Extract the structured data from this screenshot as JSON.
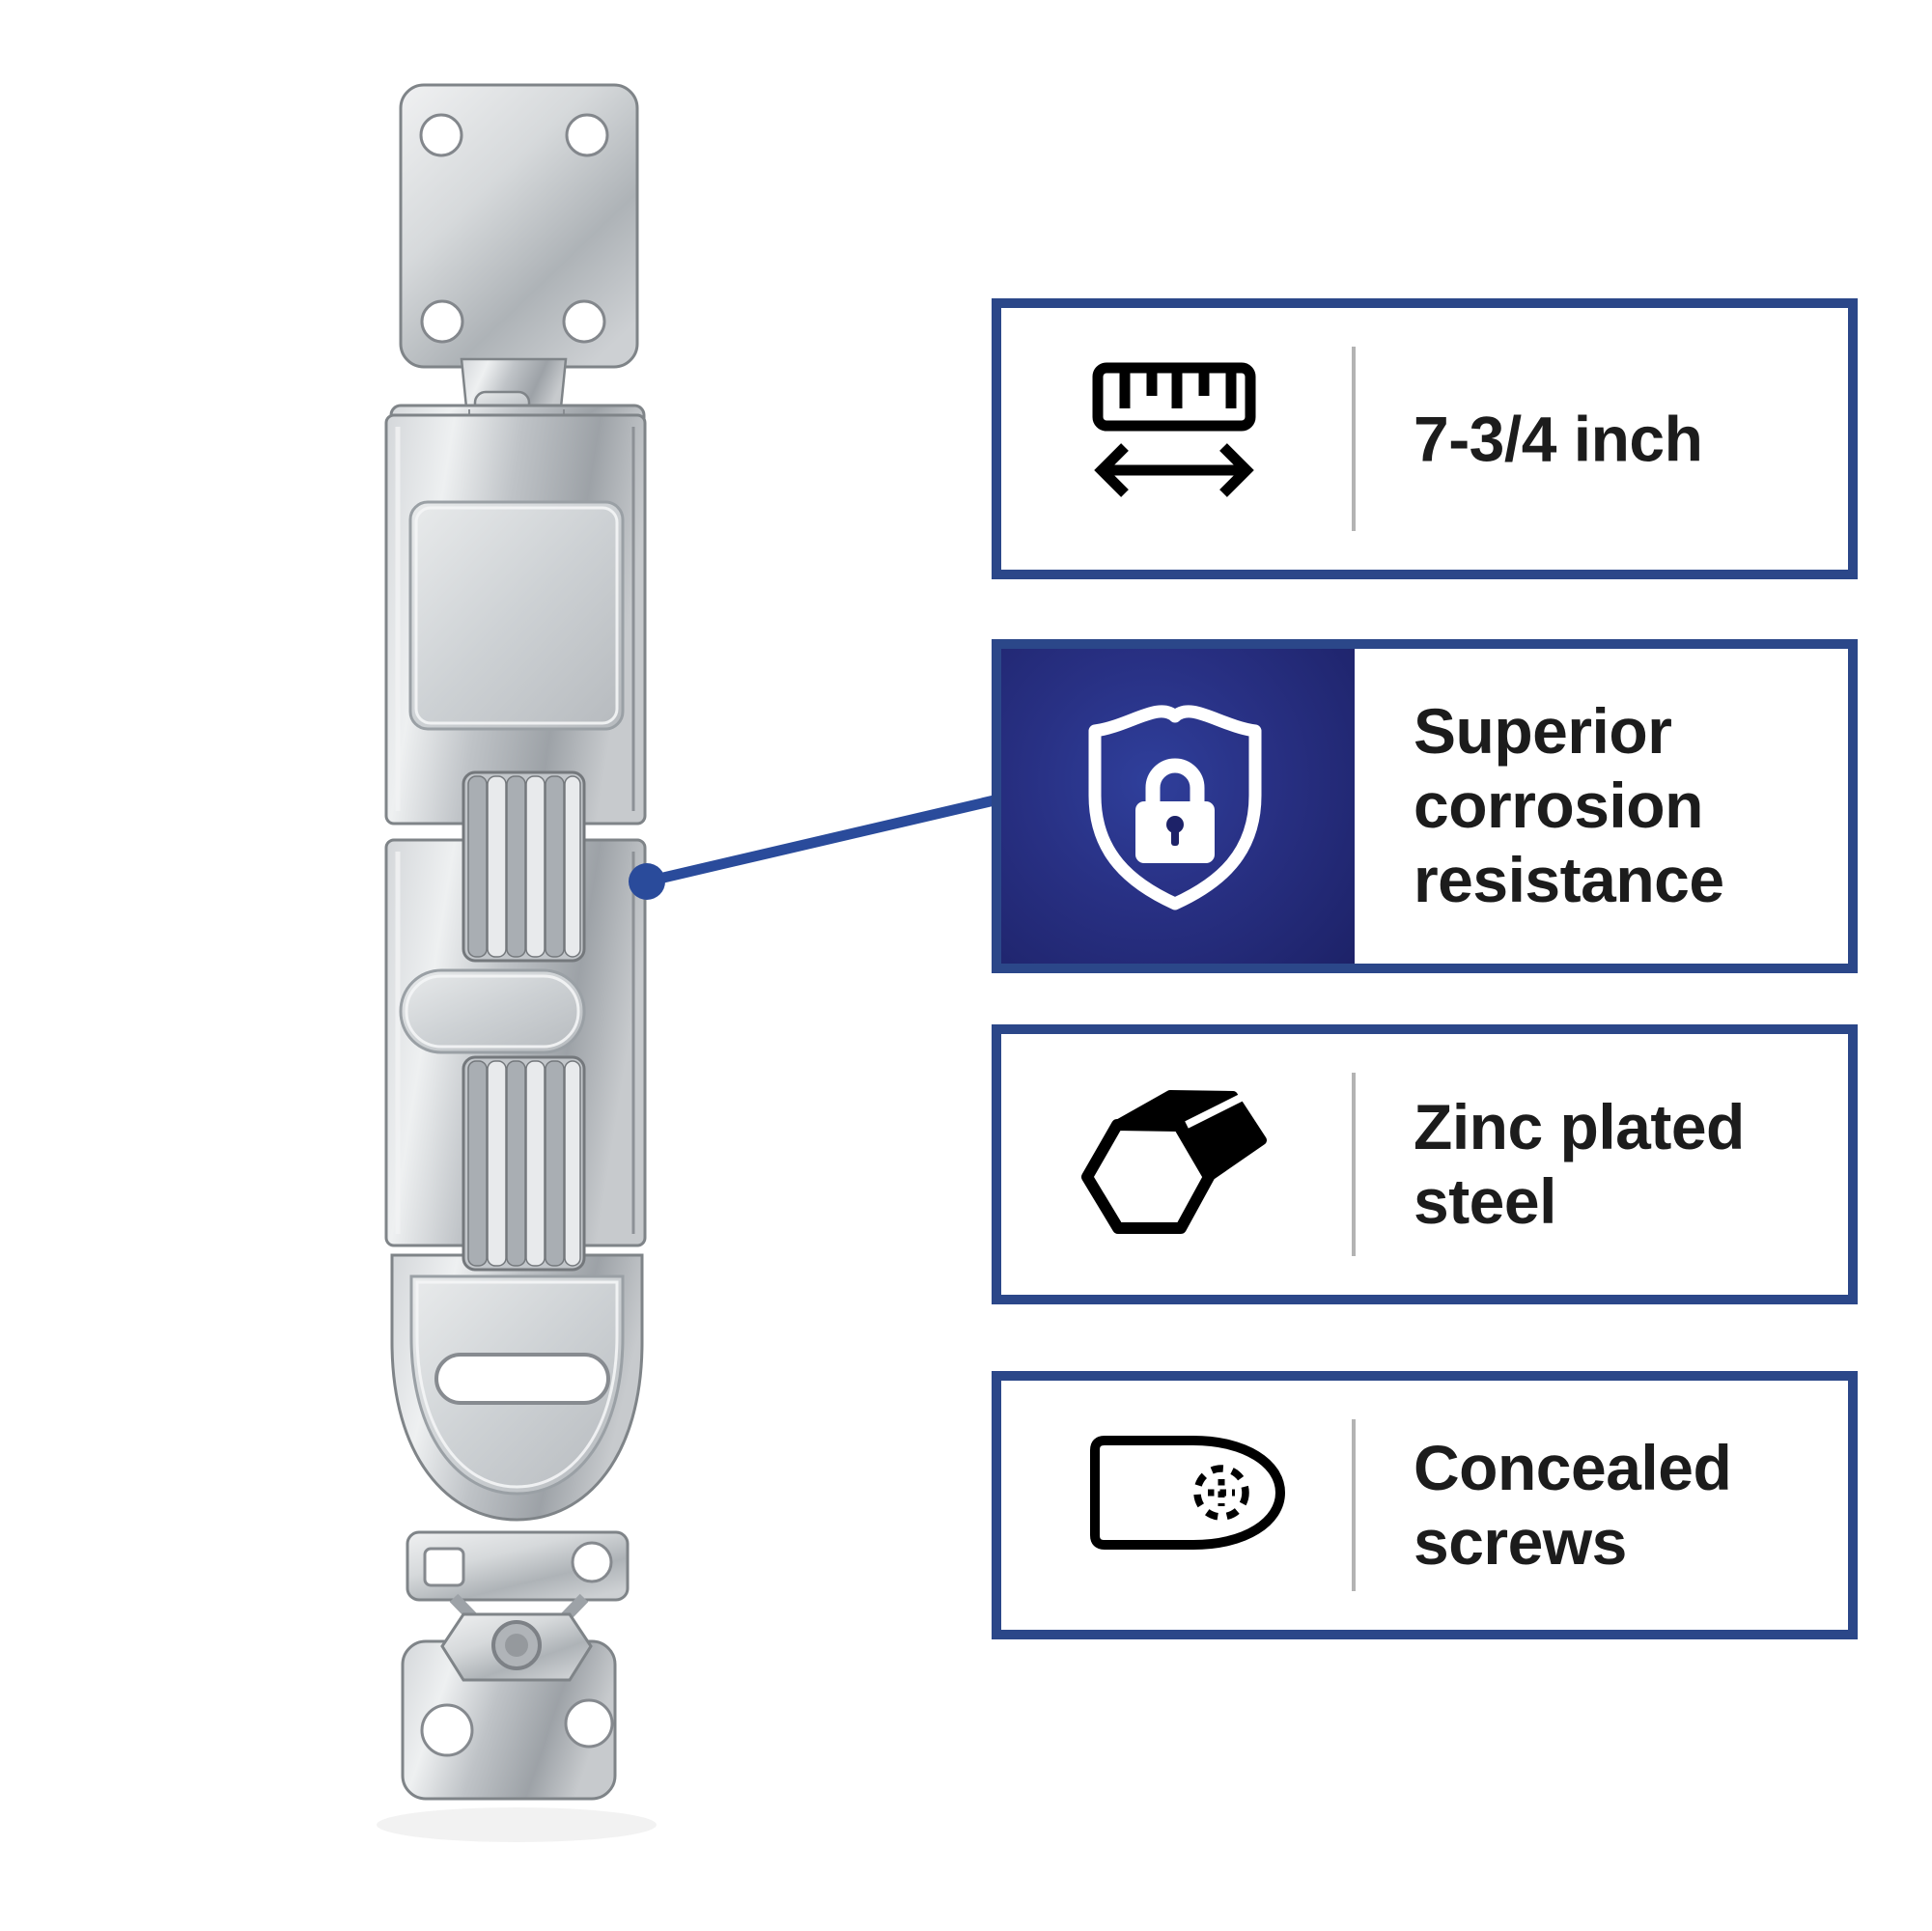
{
  "product": {
    "alt": "Zinc plated steel hasp with accordion hinges and concealed-screw staple"
  },
  "features": [
    {
      "icon": "ruler-icon",
      "label": "7-3/4 inch",
      "highlighted": false
    },
    {
      "icon": "shield-lock-icon",
      "label": "Superior corrosion resistance",
      "highlighted": true
    },
    {
      "icon": "hex-steel-icon",
      "label": "Zinc plated steel",
      "highlighted": false
    },
    {
      "icon": "concealed-screws-icon",
      "label": "Concealed screws",
      "highlighted": false
    }
  ],
  "colors": {
    "box_border": "#2b4789",
    "highlight_panel_center": "#2f3f9b",
    "highlight_panel_edge": "#1d2268",
    "connector": "#2a4b9b",
    "divider": "#b3b3b3",
    "text": "#1c1c1c",
    "icon": "#000000",
    "background": "#ffffff"
  }
}
